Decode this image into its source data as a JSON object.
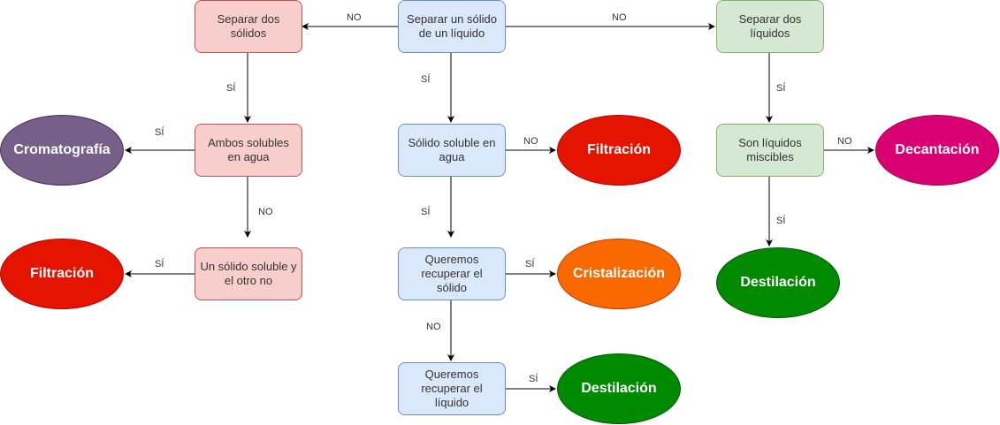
{
  "diagram": {
    "nodes": {
      "start": {
        "text": "Separar un sólido de un líquido"
      },
      "two_solids": {
        "text": "Separar dos sólidos"
      },
      "two_liquids": {
        "text": "Separar dos líquidos"
      },
      "both_soluble": {
        "text": "Ambos solubles en agua"
      },
      "one_soluble": {
        "text": "Un sólido soluble y el otro no"
      },
      "solid_soluble": {
        "text": "Sólido soluble en agua"
      },
      "recover_solid": {
        "text": "Queremos recuperar el sólido"
      },
      "recover_liquid": {
        "text": "Queremos recuperar el líquido"
      },
      "miscible": {
        "text": "Son líquidos miscibles"
      }
    },
    "results": {
      "chromatography": {
        "text": "Cromatografía",
        "color": "#76608a"
      },
      "filtration_left": {
        "text": "Filtración",
        "color": "#e51400"
      },
      "filtration_mid": {
        "text": "Filtración",
        "color": "#e51400"
      },
      "crystallization": {
        "text": "Cristalización",
        "color": "#fa6800"
      },
      "distillation_mid": {
        "text": "Destilación",
        "color": "#008a00"
      },
      "decantation": {
        "text": "Decantación",
        "color": "#d80073"
      },
      "distillation_right": {
        "text": "Destilación",
        "color": "#008a00"
      }
    },
    "edge_labels": {
      "start_to_two_solids": "NO",
      "start_to_two_liquids": "NO",
      "start_to_solid_soluble": "SÍ",
      "two_solids_to_both": "SÍ",
      "both_to_chroma": "SÍ",
      "both_to_one": "NO",
      "one_to_filtration": "SÍ",
      "solid_soluble_to_filtration": "NO",
      "solid_soluble_to_recover": "SÍ",
      "recover_solid_to_cryst": "SÍ",
      "recover_solid_to_liquid": "NO",
      "recover_liquid_to_dist": "SÍ",
      "two_liquids_to_miscible": "SÍ",
      "miscible_to_decant": "NO",
      "miscible_to_dist": "SÍ"
    }
  }
}
